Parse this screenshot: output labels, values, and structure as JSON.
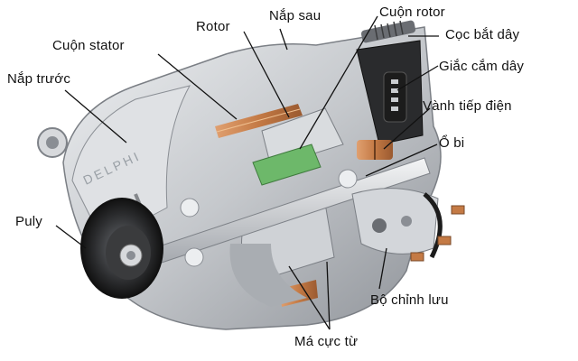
{
  "diagram": {
    "subject": "Alternator cutaway",
    "brand_mark": "DELPHI",
    "colors": {
      "background": "#ffffff",
      "housing": "#c9ccd0",
      "housing_dark": "#8d9197",
      "copper": "#c47a45",
      "green_core": "#6db86a",
      "black": "#1c1c1c",
      "leader": "#111111"
    },
    "labels": [
      {
        "id": "nap-truoc",
        "text": "Nắp trước"
      },
      {
        "id": "cuon-stator",
        "text": "Cuộn stator"
      },
      {
        "id": "rotor",
        "text": "Rotor"
      },
      {
        "id": "nap-sau",
        "text": "Nắp sau"
      },
      {
        "id": "cuon-rotor",
        "text": "Cuộn rotor"
      },
      {
        "id": "coc-bat-day",
        "text": "Cọc bắt dây"
      },
      {
        "id": "giac-cam-day",
        "text": "Giắc cắm dây"
      },
      {
        "id": "vanh-tiep-dien",
        "text": "Vành tiếp điện"
      },
      {
        "id": "o-bi",
        "text": "Ổ bi"
      },
      {
        "id": "puly",
        "text": "Puly"
      },
      {
        "id": "bo-chinh-luu",
        "text": "Bộ chỉnh lưu"
      },
      {
        "id": "ma-cuc-tu",
        "text": "Má cực từ"
      }
    ]
  }
}
